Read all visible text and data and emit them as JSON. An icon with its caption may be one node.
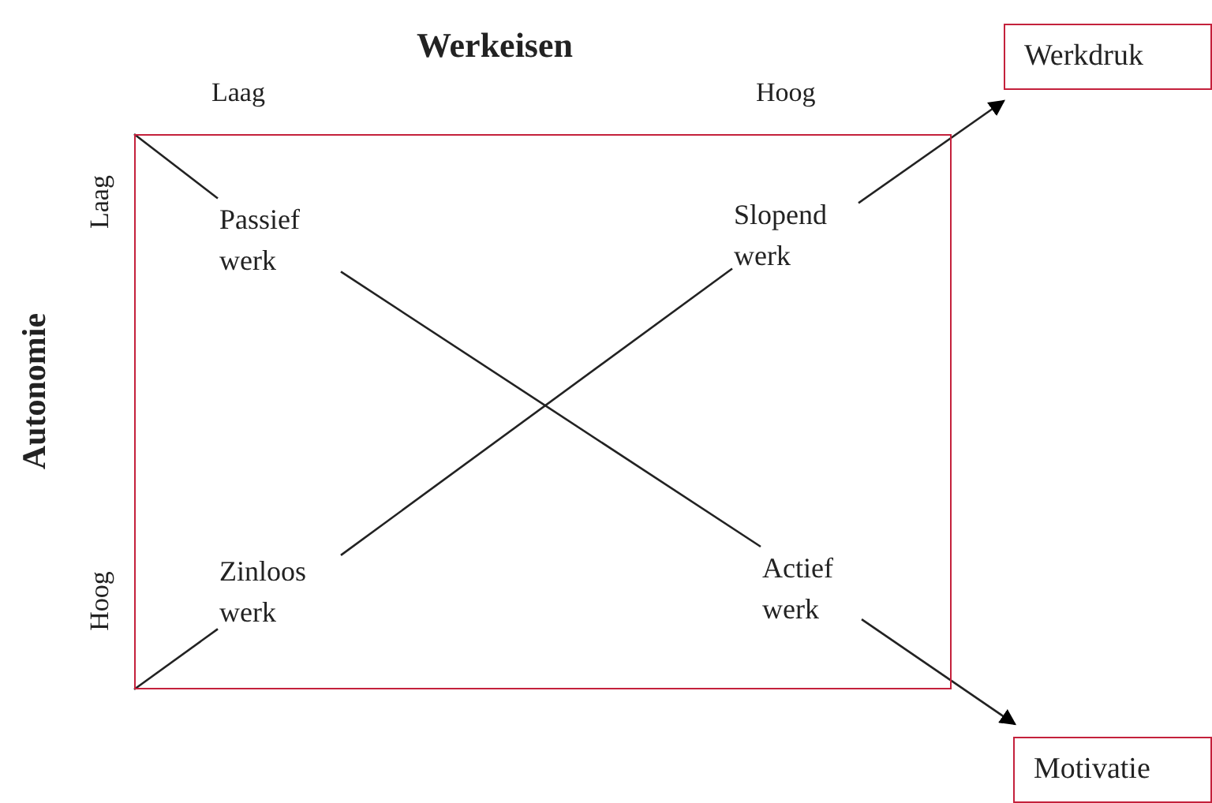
{
  "diagram": {
    "title": "Werkeisen",
    "nodes": [
      {
        "text": [],
        "shape": "box"
      },
      {
        "text": [
          "Passief werk"
        ],
        "in": 0
      },
      {
        "text": [
          "Slopend werk"
        ],
        "in": 0
      },
      {
        "text": [
          "Zinloos werk"
        ],
        "in": 0
      },
      {
        "text": [
          "Actief werk"
        ],
        "in": 0
      },
      {
        "text": [
          "Werkdruk"
        ]
      },
      {
        "text": [
          "Motivatie"
        ]
      }
    ],
    "edges": [
      {
        "from": 0,
        "to": 1,
        "arrow": "none"
      },
      {
        "from": 1,
        "to": 4,
        "arrow": "none"
      },
      {
        "from": 4,
        "to": 6,
        "arrow": "to"
      },
      {
        "from": 0,
        "to": 3,
        "arrow": "none"
      },
      {
        "from": 3,
        "to": 2,
        "arrow": "none"
      },
      {
        "from": 2,
        "to": 5,
        "arrow": "to"
      }
    ],
    "labels": [
      "Laag",
      "Hoog",
      "Autonomie",
      "Laag",
      "Hoog"
    ]
  }
}
